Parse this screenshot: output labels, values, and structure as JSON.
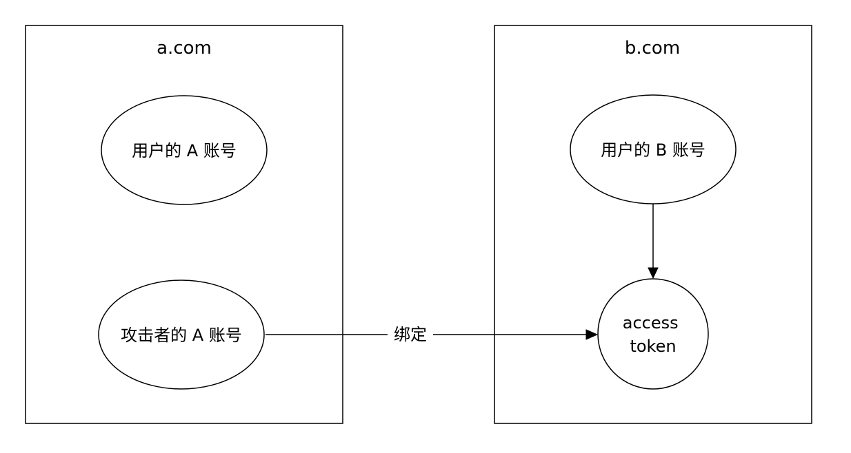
{
  "containers": [
    {
      "id": "a",
      "title": "a.com"
    },
    {
      "id": "b",
      "title": "b.com"
    }
  ],
  "nodes": {
    "user_a_account": "用户的 A 账号",
    "attacker_a_account": "攻击者的 A 账号",
    "user_b_account": "用户的 B 账号",
    "access_token": [
      "access",
      "token"
    ]
  },
  "edges": {
    "bind_label": "绑定"
  }
}
